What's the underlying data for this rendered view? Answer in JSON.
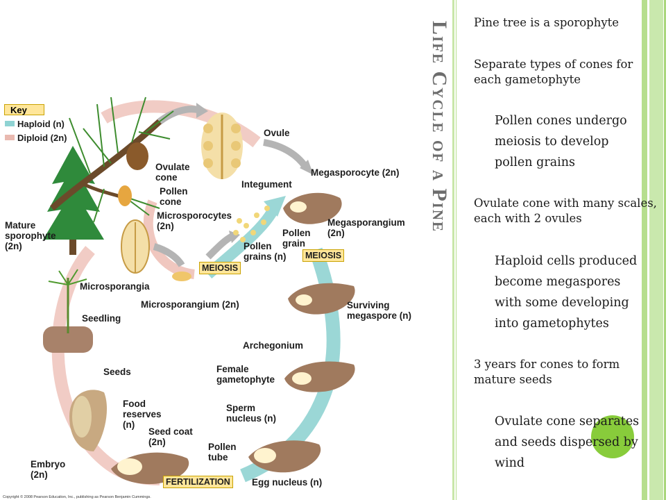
{
  "title": "Life Cycle of a Pine",
  "bullets": [
    {
      "text": "Pine tree is a sporophyte",
      "level": 0
    },
    {
      "text": "Separate types of cones for each gametophyte",
      "level": 0
    },
    {
      "text": "Pollen cones undergo meiosis to develop pollen grains",
      "level": 1
    },
    {
      "text": "Ovulate cone with many scales, each with 2 ovules",
      "level": 0
    },
    {
      "text": "Haploid cells produced become megaspores with some developing into gametophytes",
      "level": 1
    },
    {
      "text": "3 years for cones to form mature seeds",
      "level": 0
    },
    {
      "text": "Ovulate cone separates and seeds dispersed by wind",
      "level": 1
    }
  ],
  "diagram": {
    "key": {
      "title": "Key",
      "haploid": "Haploid (n)",
      "diploid": "Diploid (2n)"
    },
    "labels": {
      "ovule": "Ovule",
      "ovulate_cone": "Ovulate\ncone",
      "pollen_cone": "Pollen\ncone",
      "megasporocyte": "Megasporocyte (2n)",
      "integument": "Integument",
      "microsporocytes": "Microsporocytes\n(2n)",
      "mature_sporophyte": "Mature\nsporophyte\n(2n)",
      "megasporangium": "Megasporangium\n(2n)",
      "pollen_grain": "Pollen\ngrain",
      "pollen_grains": "Pollen\ngrains (n)",
      "meiosis_1": "MEIOSIS",
      "meiosis_2": "MEIOSIS",
      "microsporangia": "Microsporangia",
      "microsporangium": "Microsporangium (2n)",
      "surviving_megaspore": "Surviving\nmegaspore (n)",
      "seedling": "Seedling",
      "archegonium": "Archegonium",
      "female_gametophyte": "Female\ngametophyte",
      "seeds": "Seeds",
      "sperm_nucleus": "Sperm\nnucleus (n)",
      "food_reserves": "Food\nreserves\n(n)",
      "seed_coat": "Seed coat\n(2n)",
      "pollen_tube": "Pollen\ntube",
      "embryo": "Embryo\n(2n)",
      "fertilization": "FERTILIZATION",
      "egg_nucleus": "Egg nucleus (n)",
      "copyright": "Copyright © 2008 Pearson Education, Inc., publishing as Pearson Benjamin Cummings."
    }
  },
  "colors": {
    "haploid_arrow": "#8fd3d3",
    "diploid_arrow": "#e9b9b0",
    "title": "#6d6d6d",
    "accent_green": "#88cc3b",
    "label_box": "#ffe69a"
  }
}
